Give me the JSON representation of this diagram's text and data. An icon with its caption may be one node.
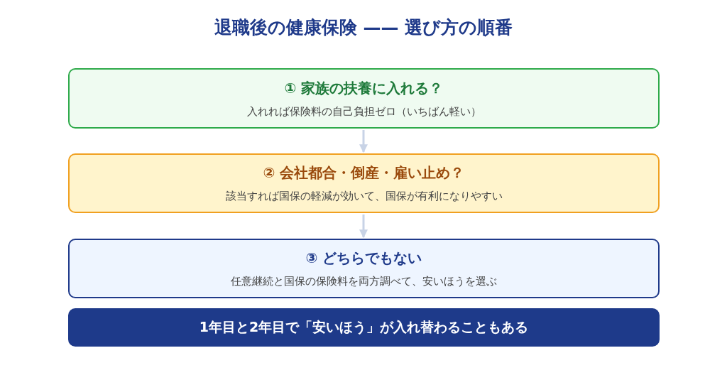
{
  "diagram": {
    "title": "退職後の健康保険 —— 選び方の順番",
    "nodes": [
      {
        "text": [
          "① 家族の扶養に入れる？",
          "入れれば保険料の自己負担ゼロ（いちばん軽い）"
        ]
      },
      {
        "text": [
          "② 会社都合・倒産・雇い止め？",
          "該当すれば国保の軽減が効いて、国保が有利になりやすい"
        ]
      },
      {
        "text": [
          "③ どちらでもない",
          "任意継続と国保の保険料を両方調べて、安いほうを選ぶ"
        ]
      },
      {
        "text": [
          "1年目と2年目で「安いほう」が入れ替わることもある"
        ]
      }
    ],
    "edges": [
      {
        "from": 0,
        "to": 1,
        "arrow": "to"
      },
      {
        "from": 1,
        "to": 2,
        "arrow": "to"
      }
    ]
  }
}
